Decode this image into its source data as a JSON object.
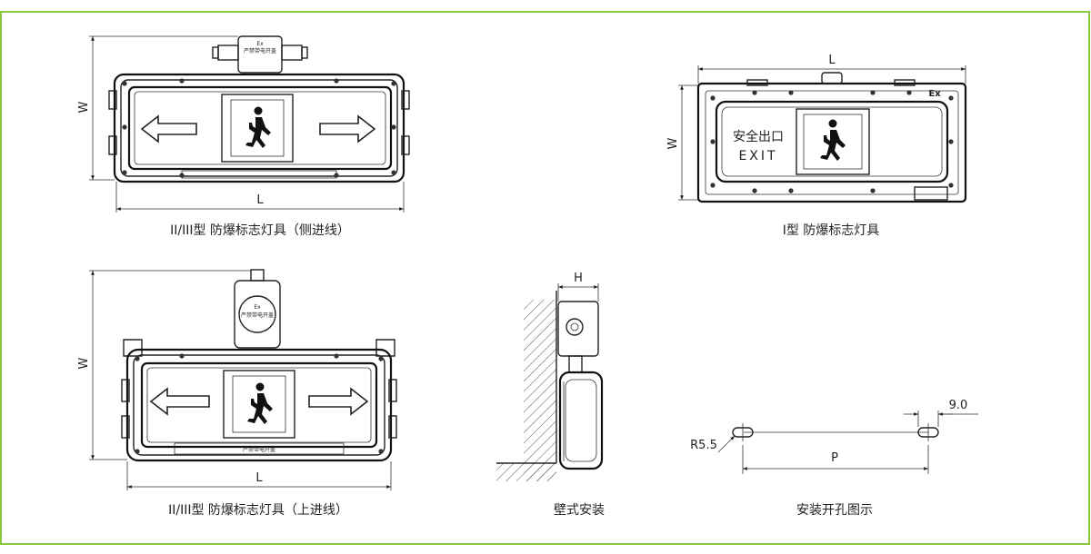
{
  "colors": {
    "frame": "#8cc63f",
    "line": "#222222",
    "hatch": "#555555"
  },
  "figure1": {
    "caption": "II/III型 防爆标志灯具（侧进线）",
    "dim_w": "W",
    "dim_l": "L",
    "box_ex": "Ex",
    "box_text": "严禁带电开盖"
  },
  "figure2": {
    "caption": "I型 防爆标志灯具",
    "dim_w": "W",
    "dim_l": "L",
    "ex_mark": "Ex",
    "sign_cn": "安全出口",
    "sign_en": "EXIT"
  },
  "figure3": {
    "caption": "II/III型 防爆标志灯具（上进线）",
    "dim_w": "W",
    "dim_l": "L",
    "box_ex": "Ex",
    "box_text": "严禁带电开盖",
    "bottom_text": "严禁带电开盖"
  },
  "figure4": {
    "caption": "壁式安装",
    "dim_h": "H"
  },
  "figure5": {
    "caption": "安装开孔图示",
    "dim_r": "R5.5",
    "dim_slot": "9.0",
    "dim_p": "P"
  }
}
